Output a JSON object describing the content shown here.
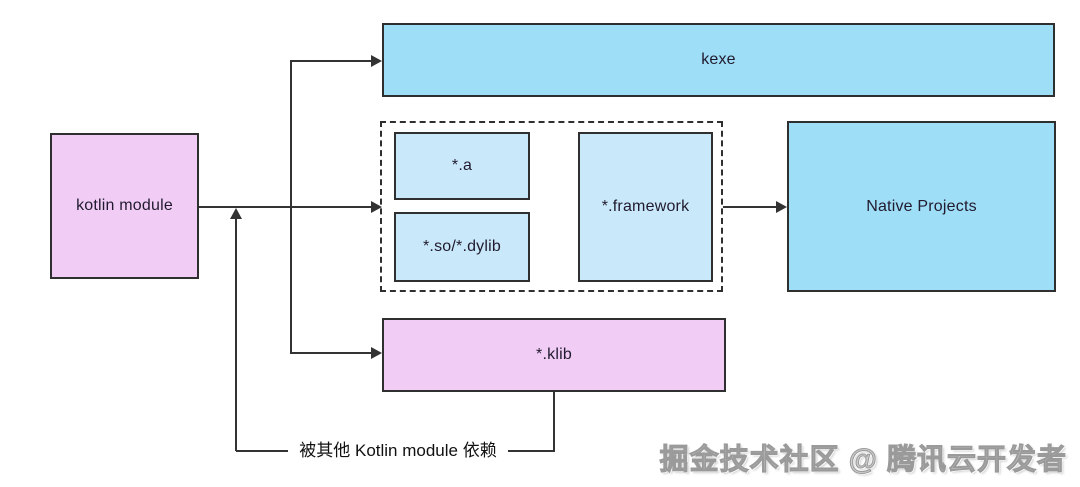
{
  "diagram": {
    "nodes": {
      "kotlin_module": {
        "label": "kotlin module",
        "color": "#f1cdf6"
      },
      "kexe": {
        "label": "kexe",
        "color": "#9edef6"
      },
      "a": {
        "label": "*.a",
        "color": "#c9e9fa"
      },
      "so_dylib": {
        "label": "*.so/*.dylib",
        "color": "#c9e9fa"
      },
      "framework": {
        "label": "*.framework",
        "color": "#c9e9fa"
      },
      "native_projects": {
        "label": "Native Projects",
        "color": "#9edef6"
      },
      "klib": {
        "label": "*.klib",
        "color": "#f1cdf6"
      }
    },
    "edge_label": "被其他 Kotlin module 依赖",
    "line_color": "#333333",
    "border_color": "#2f2f2f"
  },
  "watermark": {
    "text": "掘金技术社区 @ 腾讯云开发者"
  }
}
